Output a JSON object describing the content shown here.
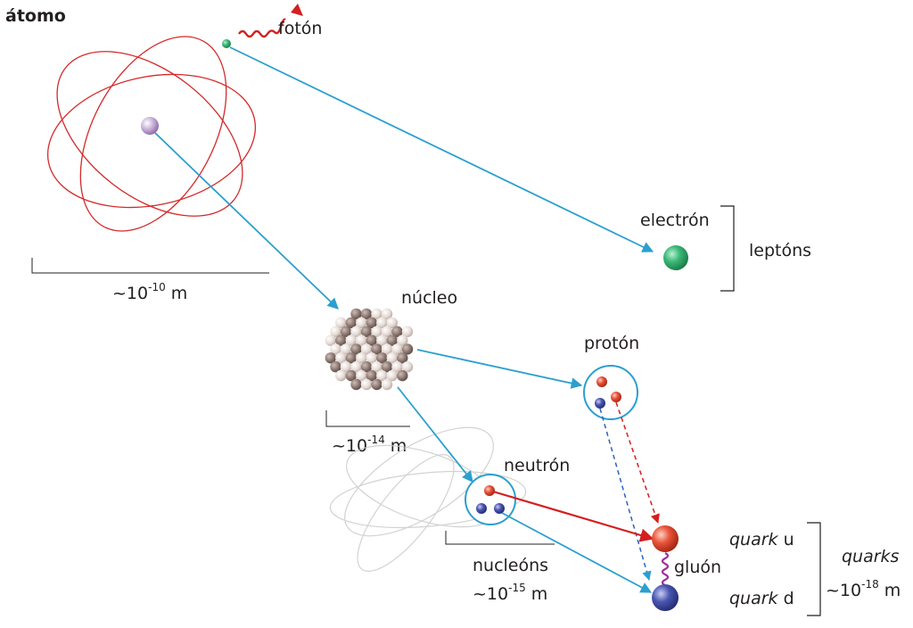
{
  "labels": {
    "atom": "átomo",
    "photon": "fotón",
    "electron": "electrón",
    "leptons": "leptóns",
    "nucleus": "núcleo",
    "proton": "protón",
    "neutron": "neutrón",
    "nucleons": "nucleóns",
    "quark_u_word": "quark",
    "quark_u_letter": "u",
    "quark_d_word": "quark",
    "quark_d_letter": "d",
    "gluon": "gluón",
    "quarks": "quarks"
  },
  "scales": {
    "atom": {
      "prefix": "~10",
      "exp": "-10",
      "unit": " m"
    },
    "nucleus": {
      "prefix": "~10",
      "exp": "-14",
      "unit": " m"
    },
    "nucleon": {
      "prefix": "~10",
      "exp": "-15",
      "unit": " m"
    },
    "quark": {
      "prefix": "~10",
      "exp": "-18",
      "unit": " m"
    }
  },
  "colors": {
    "orbit": "#d42a2a",
    "arrow_blue": "#2b9fcf",
    "arrow_red": "#d41f1f",
    "up_quark": "#e8533a",
    "down_quark": "#4a56b0",
    "gluon": "#a02d9a",
    "electron": "#3ab877",
    "nucleus_light": "#e6dcd6",
    "nucleus_dark": "#8a7670"
  }
}
